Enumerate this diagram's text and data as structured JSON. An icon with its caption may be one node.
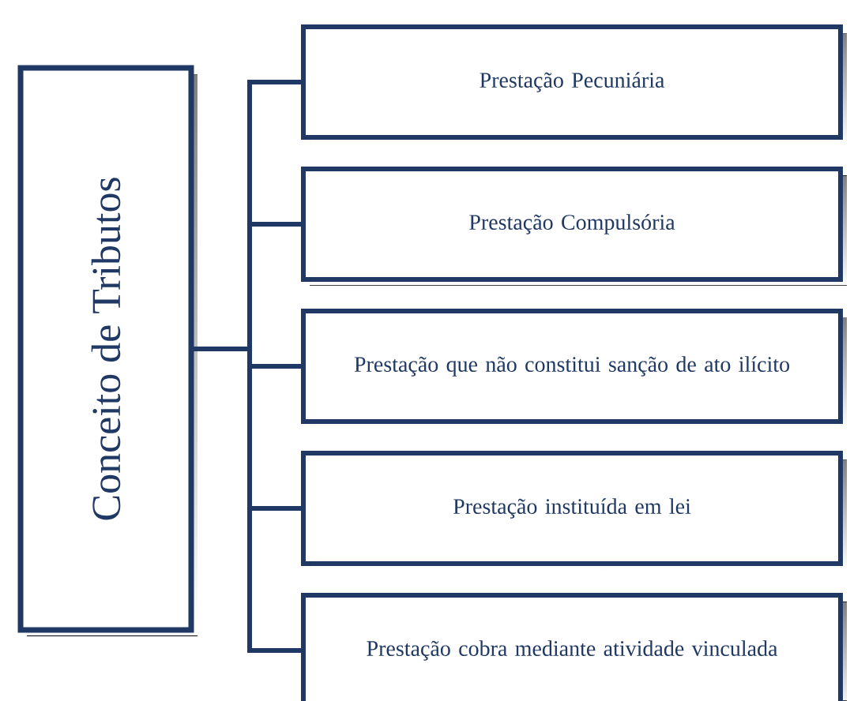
{
  "diagram": {
    "nodes": [
      {
        "text": [
          "Conceito de Tributos"
        ]
      },
      {
        "text": [
          "Prestação Pecuniária"
        ]
      },
      {
        "text": [
          "Prestação Compulsória"
        ]
      },
      {
        "text": [
          "Prestação que não constitui sanção de ato ilícito"
        ]
      },
      {
        "text": [
          "Prestação instituída em lei"
        ]
      },
      {
        "text": [
          "Prestação cobra mediante atividade vinculada"
        ]
      }
    ],
    "edges": [
      {
        "from": 0,
        "to": 1,
        "arrow": "none"
      },
      {
        "from": 0,
        "to": 2,
        "arrow": "none"
      },
      {
        "from": 0,
        "to": 3,
        "arrow": "none"
      },
      {
        "from": 0,
        "to": 4,
        "arrow": "none"
      },
      {
        "from": 0,
        "to": 5,
        "arrow": "none"
      }
    ]
  }
}
